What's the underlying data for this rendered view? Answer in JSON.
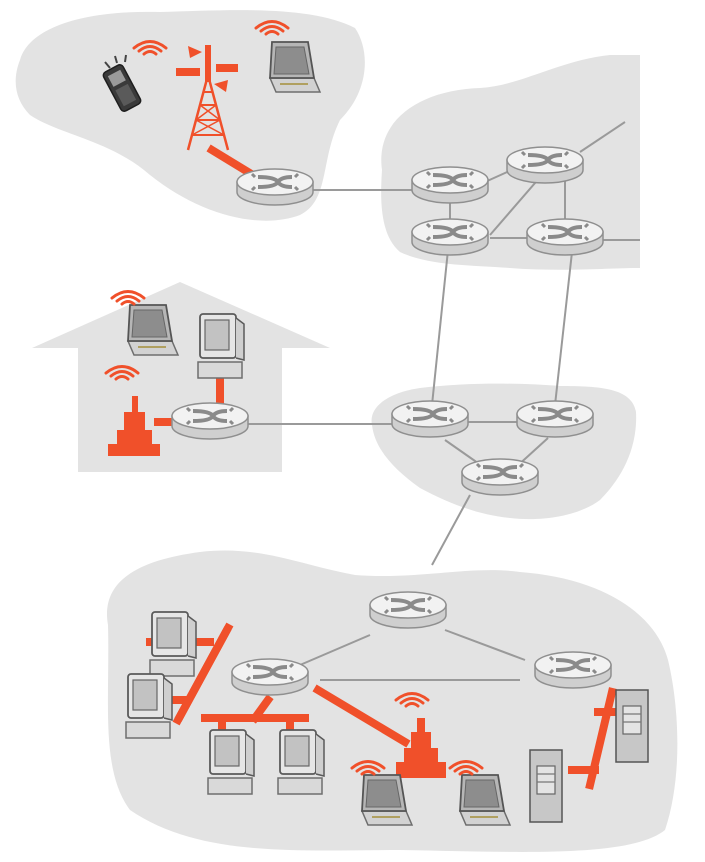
{
  "diagram": {
    "regions": [
      "mobile-network",
      "core-network",
      "home-network",
      "regional-isp-network",
      "institutional-network"
    ],
    "colors": {
      "region_fill": "#e3e3e3",
      "link_gray": "#9a9a9a",
      "wired_orange": "#f0502a",
      "router_face": "#f2f2f2",
      "router_side": "#cfcfcf",
      "device_dark": "#3a3a3a",
      "server_gray": "#c7c7c7"
    },
    "icons": [
      "router-icon",
      "cell-tower-icon",
      "wireless-access-point-icon",
      "laptop-icon",
      "desktop-pc-icon",
      "cell-phone-icon",
      "server-icon",
      "ethernet-switch-icon",
      "wireless-signal-icon"
    ]
  }
}
